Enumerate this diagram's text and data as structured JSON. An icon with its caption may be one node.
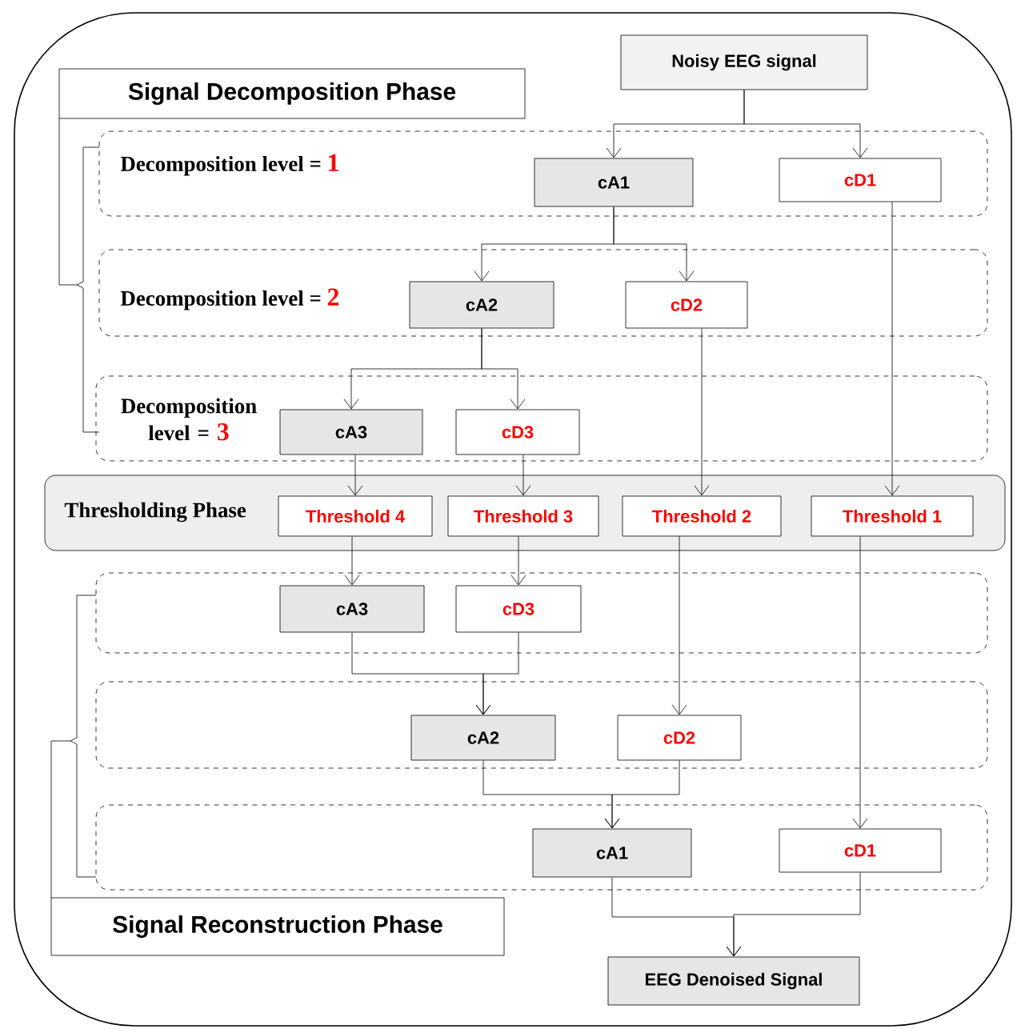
{
  "diagram": {
    "nodes": [
      {
        "text": [
          "Noisy EEG  signal"
        ]
      },
      {
        "text": [
          "Signal Decomposition Phase"
        ]
      },
      {
        "text": [
          "Decomposition level =",
          "1"
        ]
      },
      {
        "text": [
          "cA1"
        ],
        "in": 2
      },
      {
        "text": [
          "cD1"
        ],
        "in": 2
      },
      {
        "text": [
          "Decomposition level =",
          "2"
        ]
      },
      {
        "text": [
          "cA2"
        ],
        "in": 5
      },
      {
        "text": [
          "cD2"
        ],
        "in": 5
      },
      {
        "text": [
          "Decomposition level =",
          "3"
        ]
      },
      {
        "text": [
          "cA3"
        ],
        "in": 8
      },
      {
        "text": [
          "cD3"
        ],
        "in": 8
      },
      {
        "text": [
          "Thresholding Phase"
        ]
      },
      {
        "text": [
          "Threshold 4"
        ],
        "in": 11
      },
      {
        "text": [
          "Threshold 3"
        ],
        "in": 11
      },
      {
        "text": [
          "Threshold 2"
        ],
        "in": 11
      },
      {
        "text": [
          "Threshold 1"
        ],
        "in": 11
      },
      {
        "text": [],
        "shape": "box"
      },
      {
        "text": [
          "cA3"
        ],
        "in": 16
      },
      {
        "text": [
          "cD3"
        ],
        "in": 16
      },
      {
        "text": [],
        "shape": "box"
      },
      {
        "text": [
          "cA2"
        ],
        "in": 19
      },
      {
        "text": [
          "cD2"
        ],
        "in": 19
      },
      {
        "text": [],
        "shape": "box"
      },
      {
        "text": [
          "cA1"
        ],
        "in": 22
      },
      {
        "text": [
          "cD1"
        ],
        "in": 22
      },
      {
        "text": [
          "Signal Reconstruction Phase"
        ]
      },
      {
        "text": [
          "EEG Denoised Signal"
        ]
      }
    ],
    "edges": [
      {
        "from": 0,
        "to": 3,
        "arrow": "to"
      },
      {
        "from": 0,
        "to": 4,
        "arrow": "to"
      },
      {
        "from": 3,
        "to": 6,
        "arrow": "to"
      },
      {
        "from": 3,
        "to": 7,
        "arrow": "to"
      },
      {
        "from": 6,
        "to": 9,
        "arrow": "to"
      },
      {
        "from": 6,
        "to": 10,
        "arrow": "to"
      },
      {
        "from": 9,
        "to": 12,
        "arrow": "to"
      },
      {
        "from": 10,
        "to": 13,
        "arrow": "to"
      },
      {
        "from": 7,
        "to": 14,
        "arrow": "to"
      },
      {
        "from": 4,
        "to": 15,
        "arrow": "to"
      },
      {
        "from": 12,
        "to": 17,
        "arrow": "to"
      },
      {
        "from": 13,
        "to": 18,
        "arrow": "to"
      },
      {
        "from": 17,
        "to": 20,
        "arrow": "to"
      },
      {
        "from": 18,
        "to": 20,
        "arrow": "to"
      },
      {
        "from": 14,
        "to": 21,
        "arrow": "to"
      },
      {
        "from": 15,
        "to": 24,
        "arrow": "to"
      },
      {
        "from": 20,
        "to": 23,
        "arrow": "to"
      },
      {
        "from": 21,
        "to": 23,
        "arrow": "to"
      },
      {
        "from": 23,
        "to": 26,
        "arrow": "to"
      },
      {
        "from": 24,
        "to": 26,
        "arrow": "to"
      }
    ]
  }
}
